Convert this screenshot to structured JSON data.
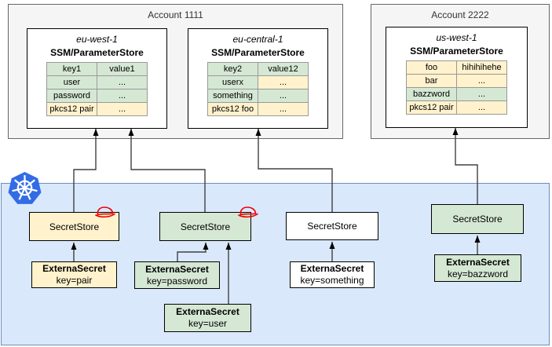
{
  "accounts": [
    {
      "title": "Account 1111",
      "regions": [
        {
          "name": "eu-west-1",
          "store_title": "SSM/ParameterStore",
          "rows": [
            {
              "key": "key1",
              "value": "value1",
              "key_variant": "green",
              "value_variant": "green"
            },
            {
              "key": "user",
              "value": "...",
              "key_variant": "green",
              "value_variant": "green"
            },
            {
              "key": "password",
              "value": "...",
              "key_variant": "green",
              "value_variant": "green"
            },
            {
              "key": "pkcs12 pair",
              "value": "...",
              "key_variant": "yellow",
              "value_variant": "yellow"
            }
          ]
        },
        {
          "name": "eu-central-1",
          "store_title": "SSM/ParameterStore",
          "rows": [
            {
              "key": "key2",
              "value": "value12",
              "key_variant": "green",
              "value_variant": "green"
            },
            {
              "key": "userx",
              "value": "...",
              "key_variant": "green",
              "value_variant": "yellow"
            },
            {
              "key": "something",
              "value": "...",
              "key_variant": "green",
              "value_variant": "green"
            },
            {
              "key": "pkcs12 foo",
              "value": "...",
              "key_variant": "yellow",
              "value_variant": "yellow"
            }
          ]
        }
      ]
    },
    {
      "title": "Account 2222",
      "regions": [
        {
          "name": "us-west-1",
          "store_title": "SSM/ParameterStore",
          "rows": [
            {
              "key": "foo",
              "value": "hihihihehe",
              "key_variant": "yellow",
              "value_variant": "yellow"
            },
            {
              "key": "bar",
              "value": "...",
              "key_variant": "yellow",
              "value_variant": "yellow"
            },
            {
              "key": "bazzword",
              "value": "...",
              "key_variant": "green",
              "value_variant": "green"
            },
            {
              "key": "pkcs12 pair",
              "value": "...",
              "key_variant": "yellow",
              "value_variant": "yellow"
            }
          ]
        }
      ]
    }
  ],
  "cluster": {
    "secret_stores": [
      {
        "label": "SecretStore",
        "variant": "yellow",
        "redhat": "true"
      },
      {
        "label": "SecretStore",
        "variant": "green",
        "redhat": "true"
      },
      {
        "label": "SecretStore",
        "variant": "white",
        "redhat": "false"
      },
      {
        "label": "SecretStore",
        "variant": "green",
        "redhat": "false"
      }
    ],
    "external_secrets": [
      {
        "name": "ExternaSecret",
        "key": "key=pair",
        "variant": "yellow"
      },
      {
        "name": "ExternaSecret",
        "key": "key=password",
        "variant": "green"
      },
      {
        "name": "ExternaSecret",
        "key": "key=user",
        "variant": "green"
      },
      {
        "name": "ExternaSecret",
        "key": "key=something",
        "variant": "white"
      },
      {
        "name": "ExternaSecret",
        "key": "key=bazzword",
        "variant": "green"
      }
    ],
    "icons": {
      "kubernetes": "kubernetes-icon",
      "redhat": "redhat-icon"
    }
  },
  "colors": {
    "kubernetes_blue": "#326ce5",
    "redhat_red": "#ee0000",
    "cluster_fill": "#dae8fc",
    "cluster_border": "#6c8ebf",
    "green_fill": "#d5e8d4",
    "green_border": "#82b366",
    "yellow_fill": "#fff2cc",
    "yellow_border": "#d6b656",
    "account_fill": "#f5f5f5",
    "account_border": "#666666",
    "arrow": "#404040"
  }
}
